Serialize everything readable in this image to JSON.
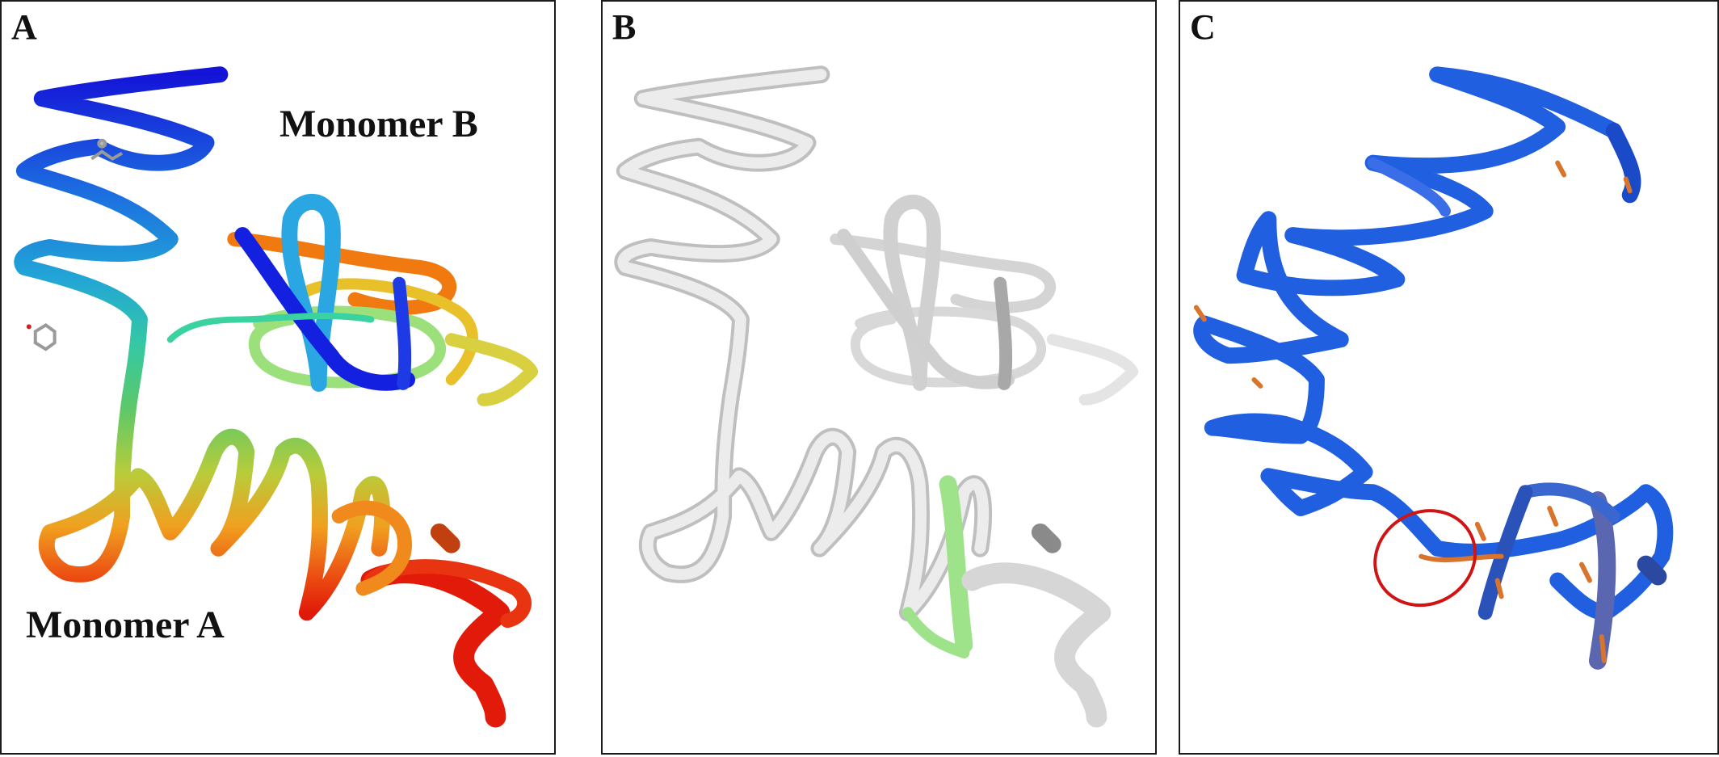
{
  "panels": [
    {
      "label": "A",
      "annotations": {
        "monomer_b": "Monomer B",
        "monomer_a": "Monomer A"
      },
      "coloring": "rainbow"
    },
    {
      "label": "B",
      "coloring": "grey with green highlight"
    },
    {
      "label": "C",
      "coloring": "blue with orange patches",
      "highlight": "red-ellipse"
    }
  ],
  "colors": {
    "frame": "#1a1a1a",
    "rainbow": [
      "#1414d8",
      "#1c5ae0",
      "#22a6d6",
      "#32c6b0",
      "#40c878",
      "#9ad24a",
      "#d8c22c",
      "#f08a1c",
      "#e83a10",
      "#e01a08"
    ],
    "grey_ribbon": "#dcdcdc",
    "grey_shadow": "#8a8a8a",
    "green_highlight": "#9ee28a",
    "blue_ribbon": "#1f5fe0",
    "orange_patch": "#d8742c",
    "ellipse": "#d01414"
  }
}
